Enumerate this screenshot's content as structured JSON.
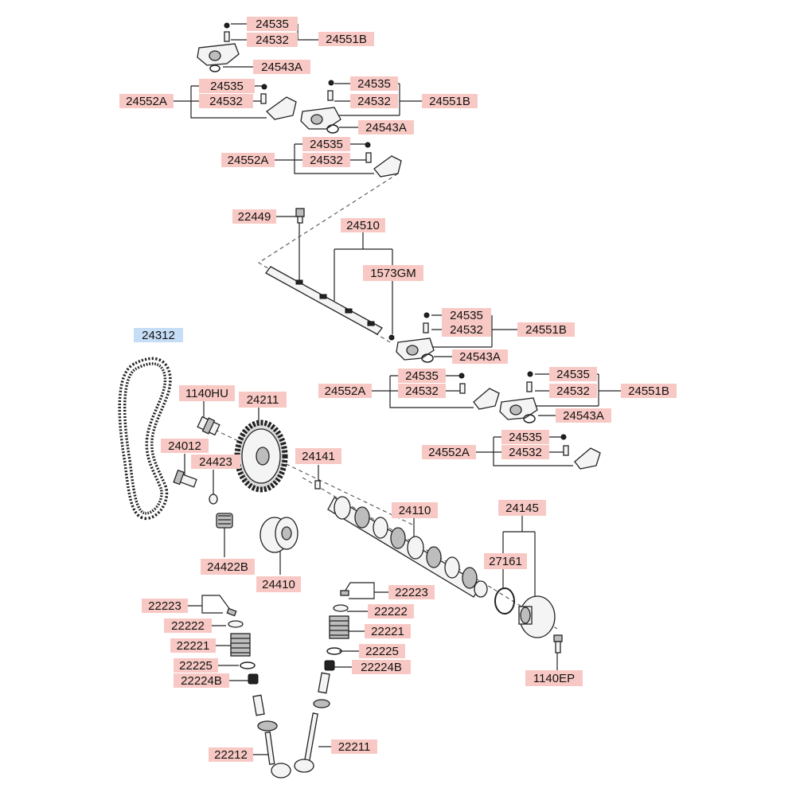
{
  "colors": {
    "label_bg": "#f8c9c4",
    "highlight_bg": "#c6ddf6",
    "line": "#222222",
    "text": "#111111"
  },
  "labels": {
    "l01": "24535",
    "l02": "24532",
    "l03": "24551B",
    "l04": "24543A",
    "l05": "24535",
    "l06": "24552A",
    "l07": "24532",
    "l08": "24535",
    "l09": "24532",
    "l10": "24551B",
    "l11": "24543A",
    "l12": "24535",
    "l13": "24552A",
    "l14": "24532",
    "l15": "22449",
    "l16": "24510",
    "l17": "1573GM",
    "l18": "24535",
    "l19": "24532",
    "l20": "24551B",
    "l21": "24543A",
    "l22": "24312",
    "l23": "24535",
    "l24": "24552A",
    "l25": "24532",
    "l26": "24535",
    "l27": "24532",
    "l28": "24551B",
    "l29": "24543A",
    "l30": "1140HU",
    "l31": "24211",
    "l32": "24535",
    "l33": "24552A",
    "l34": "24532",
    "l35": "24012",
    "l36": "24423",
    "l37": "24141",
    "l38": "24110",
    "l39": "24145",
    "l40": "27161",
    "l41": "24422B",
    "l42": "24410",
    "l43": "22223",
    "l44": "22223",
    "l45": "22222",
    "l46": "22222",
    "l47": "22221",
    "l48": "22221",
    "l49": "22225",
    "l50": "22225",
    "l51": "22224B",
    "l52": "22224B",
    "l53": "1140EP",
    "l54": "22212",
    "l55": "22211"
  }
}
